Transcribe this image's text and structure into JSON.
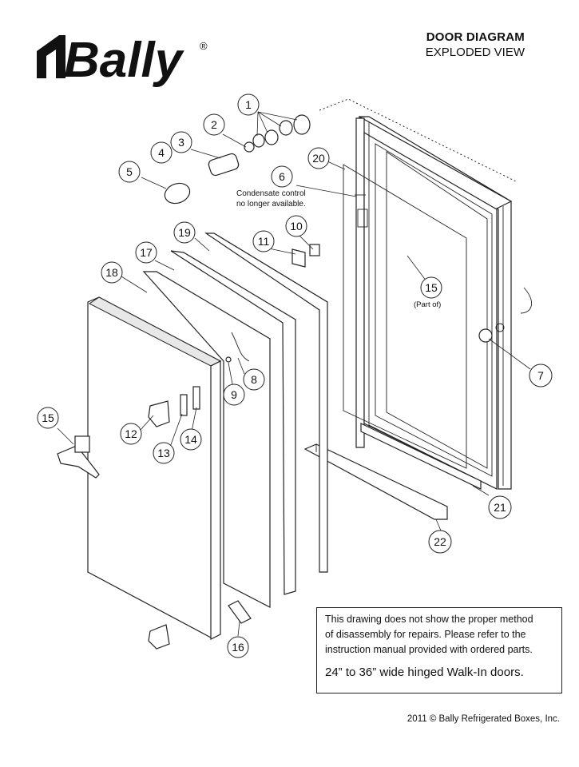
{
  "brand": {
    "name": "Bally",
    "registered_mark": "®"
  },
  "header": {
    "title": "DOOR DIAGRAM",
    "subtitle": "EXPLODED VIEW"
  },
  "callouts": [
    "1",
    "2",
    "3",
    "4",
    "5",
    "6",
    "7",
    "8",
    "9",
    "10",
    "11",
    "12",
    "13",
    "14",
    "15",
    "15",
    "16",
    "17",
    "18",
    "19",
    "20",
    "21",
    "22"
  ],
  "notes": {
    "condensate": [
      "Condensate control",
      "no longer available."
    ],
    "part_of": "(Part of)"
  },
  "notice": {
    "line1": "This drawing does not show the proper method",
    "line2": "of disassembly for repairs.  Please refer to the",
    "line3": "instruction manual provided with ordered parts.",
    "door_type": "24” to 36” wide hinged Walk-In doors."
  },
  "footer": {
    "copyright": "2011 © Bally Refrigerated Boxes, Inc."
  }
}
